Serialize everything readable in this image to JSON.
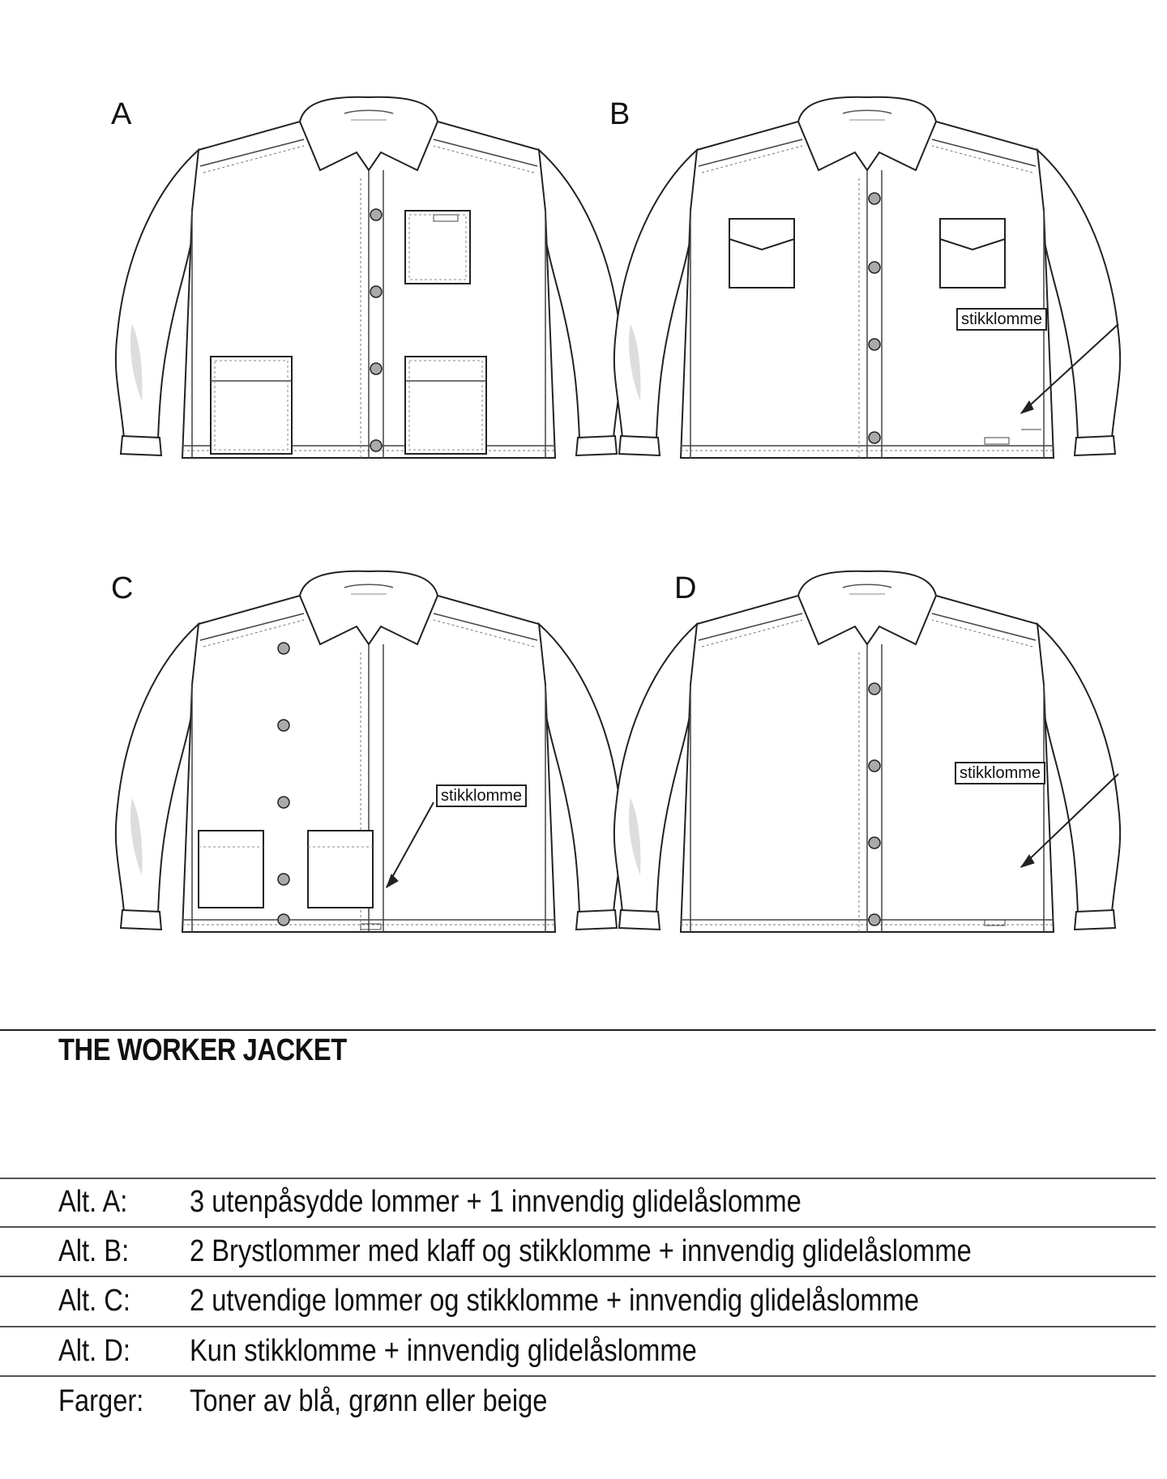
{
  "variants": [
    {
      "letter": "A",
      "callout": ""
    },
    {
      "letter": "B",
      "callout": "stikklomme"
    },
    {
      "letter": "C",
      "callout": "stikklomme"
    },
    {
      "letter": "D",
      "callout": "stikklomme"
    }
  ],
  "title": "THE WORKER JACKET",
  "specs": [
    {
      "label": "Alt. A:",
      "value": "3 utenpåsydde lommer + 1 innvendig glidelåslomme"
    },
    {
      "label": "Alt. B:",
      "value": "2 Brystlommer med klaff og stikklomme + innvendig glidelåslomme"
    },
    {
      "label": "Alt. C:",
      "value": "2 utvendige lommer og stikklomme + innvendig glidelåslomme"
    },
    {
      "label": "Alt. D:",
      "value": "Kun stikklomme + innvendig glidelåslomme"
    },
    {
      "label": "Farger:",
      "value": "Toner av blå, grønn eller beige"
    }
  ]
}
